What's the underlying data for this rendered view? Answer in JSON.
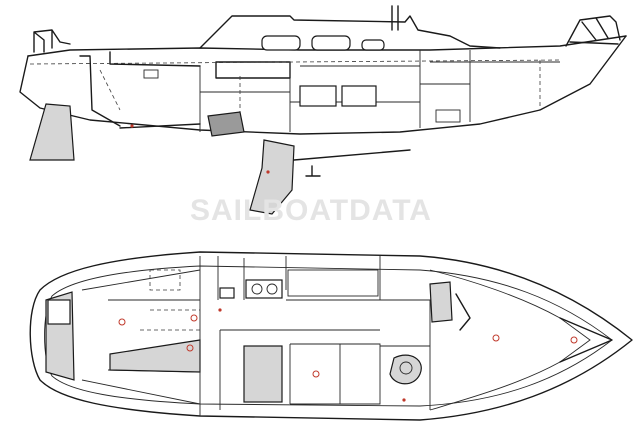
{
  "diagram": {
    "title": "",
    "views": [
      {
        "name": "profile",
        "description_label": ""
      },
      {
        "name": "plan",
        "description_label": ""
      }
    ],
    "watermark": "SAILBOATDATA",
    "colors": {
      "line": "#1a1a1a",
      "fill_light": "#d6d6d6",
      "fill_dark": "#9a9a9a",
      "marker": "#c0392b",
      "watermark": "#e4e4e4"
    }
  }
}
